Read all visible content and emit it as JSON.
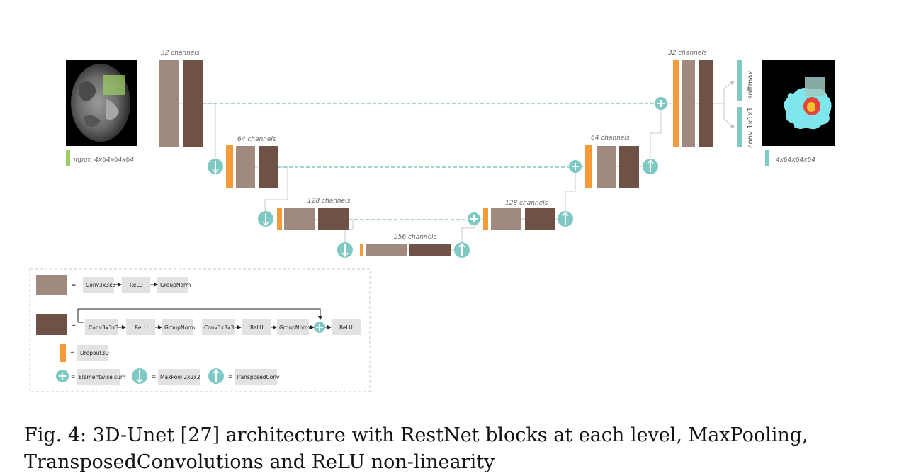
{
  "diagram": {
    "colors": {
      "light_block": "#a08a80",
      "dark_block": "#6e5245",
      "dropout": "#f59a38",
      "teal": "#7ec9c4",
      "input_bar": "#9ccc65",
      "grey_box": "#e2e2e2",
      "skip_line": "#7ec9c4"
    },
    "labels": {
      "level1_enc": "32 channels",
      "level2_enc": "64 channels",
      "level3_enc": "128 channels",
      "bottleneck": "256 channels",
      "level3_dec": "128 channels",
      "level2_dec": "64 channels",
      "level1_dec": "32 channels",
      "input": "input: 4x64x64x64",
      "output": "4x64x64x64",
      "softmax": "softmax",
      "conv1x1": "conv 1x1x1"
    },
    "legend": {
      "eq": "=",
      "row1": [
        "Conv3x3x3",
        "ReLU",
        "GroupNorm"
      ],
      "row2": [
        "Conv3x3x3",
        "ReLU",
        "GroupNorm",
        "Conv3x3x3",
        "ReLU",
        "GroupNorm",
        "ReLU"
      ],
      "dropout": "Dropout3D",
      "sum": "Elementwise sum",
      "maxpool": "MaxPool 2x2x2",
      "transposed": "TransposedConv"
    }
  },
  "caption": {
    "line1": "Fig. 4: 3D-Unet [27] architecture with RestNet blocks at each level, MaxPooling,",
    "line2": "TransposedConvolutions and ReLU non-linearity"
  }
}
